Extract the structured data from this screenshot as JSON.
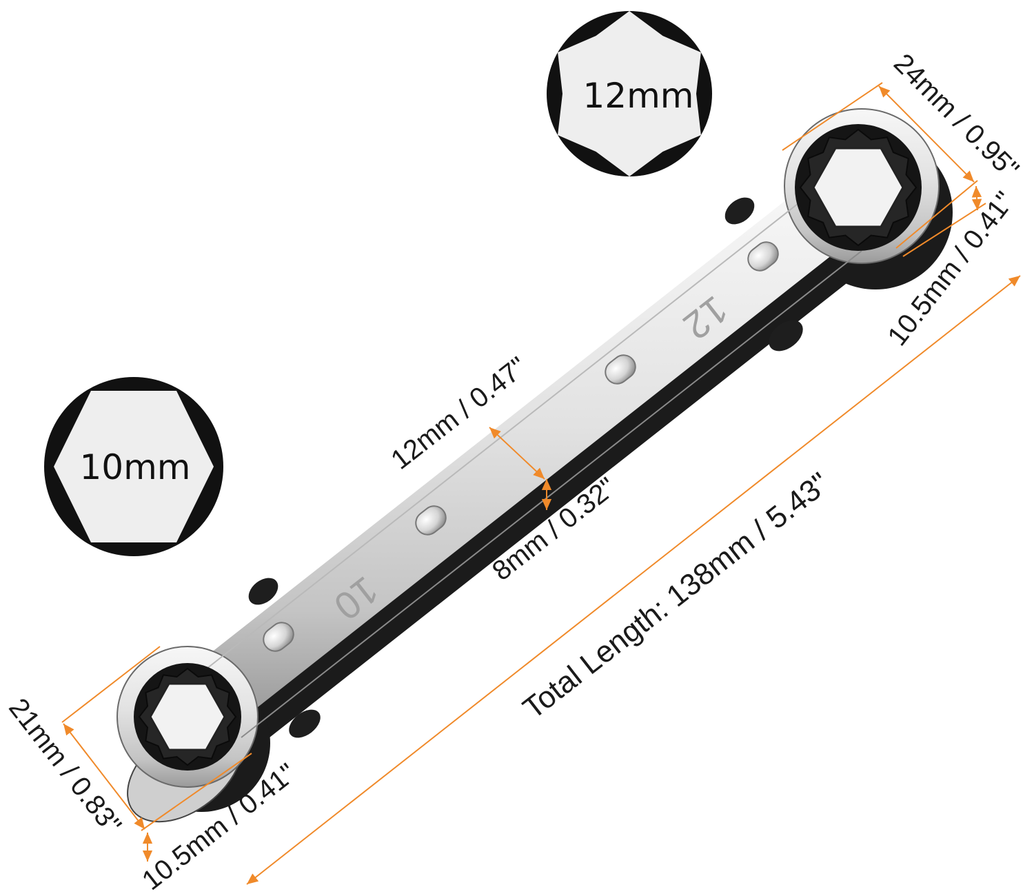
{
  "badges": {
    "large": {
      "label": "12mm",
      "shape": "12-point"
    },
    "small": {
      "label": "10mm",
      "shape": "hexagon"
    }
  },
  "wrench_stamps": {
    "large_end": "12",
    "small_end": "10"
  },
  "dimensions": {
    "large_end_width": "24mm / 0.95\"",
    "large_end_thickness": "10.5mm / 0.41\"",
    "shank_width": "12mm / 0.47\"",
    "shank_thickness": "8mm / 0.32\"",
    "total_length": "Total Length:  138mm / 5.43\"",
    "small_end_width": "21mm / 0.83\"",
    "small_end_thickness": "10.5mm / 0.41\""
  },
  "colors": {
    "dimension_line": "#f08a2a",
    "badge_fill": "#111111",
    "steel": "#d9d9d9",
    "dark_body": "#1a1a1a"
  }
}
